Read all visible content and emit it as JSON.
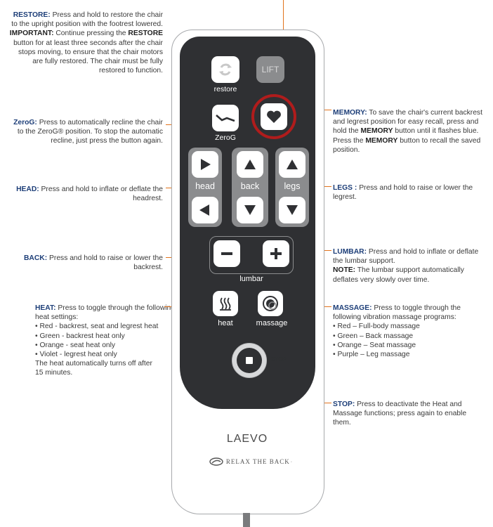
{
  "notes": {
    "restore": {
      "head": "RESTORE:",
      "text1": " Press and hold to restore the chair to the upright position with the footrest lowered. ",
      "important": "IMPORTANT:",
      "text2": " Continue pressing the ",
      "restore_word": "RESTORE",
      "text3": " button for at least three seconds after the chair stops moving, to ensure that the chair motors are fully restored. The chair must be fully restored to function."
    },
    "zerog": {
      "head": "ZeroG:",
      "text": " Press to automatically recline the chair to the ZeroG® position. To stop the automatic recline, just press the button again."
    },
    "head": {
      "head": "HEAD:",
      "text": " Press and hold to inflate or deflate the headrest."
    },
    "back": {
      "head": "BACK:",
      "text": " Press and hold to raise or lower the backrest."
    },
    "heat": {
      "head": "HEAT:",
      "text": " Press to toggle through the following heat settings:",
      "items": [
        "Red - backrest, seat and legrest heat",
        "Green - backrest heat only",
        "Orange - seat heat only",
        "Violet - legrest heat only"
      ],
      "tail": "The heat automatically turns off after 15 minutes."
    },
    "memory": {
      "head": "MEMORY:",
      "text1": " To save the chair's current backrest and legrest position for easy recall, press and hold the ",
      "memory_word": "MEMORY",
      "text2": " button until it flashes blue. Press the ",
      "memory_word2": "MEMORY",
      "text3": " button to recall the saved position."
    },
    "legs": {
      "head": "LEGS :",
      "text": " Press and hold to raise or lower the legrest."
    },
    "lumbar": {
      "head": "LUMBAR:",
      "text": " Press and hold to inflate or deflate the lumbar support.",
      "note_head": "NOTE:",
      "note_text": " The lumbar support automatically deflates very slowly over time."
    },
    "massage": {
      "head": "MASSAGE:",
      "text": " Press to toggle through the following vibration massage programs:",
      "items": [
        "Red – Full-body massage",
        "Green – Back massage",
        "Orange – Seat massage",
        "Purple – Leg massage"
      ]
    },
    "stop": {
      "head": "STOP:",
      "text": " Press to deactivate the Heat and Massage functions; press again to enable them."
    }
  },
  "remote": {
    "restore_label": "restore",
    "lift_label": "LIFT",
    "zerog_label": "ZeroG",
    "head_label": "head",
    "back_label": "back",
    "legs_label": "legs",
    "lumbar_label": "lumbar",
    "heat_label": "heat",
    "massage_label": "massage",
    "stop_label": "STOP",
    "brand": "LAEVO",
    "logo_text": "RELAX THE BACK",
    "logo_mark": "·"
  },
  "colors": {
    "leader": "#e2731c",
    "highlight": "#b01c1c",
    "panel": "#2f3033",
    "heading": "#1d3e78"
  }
}
